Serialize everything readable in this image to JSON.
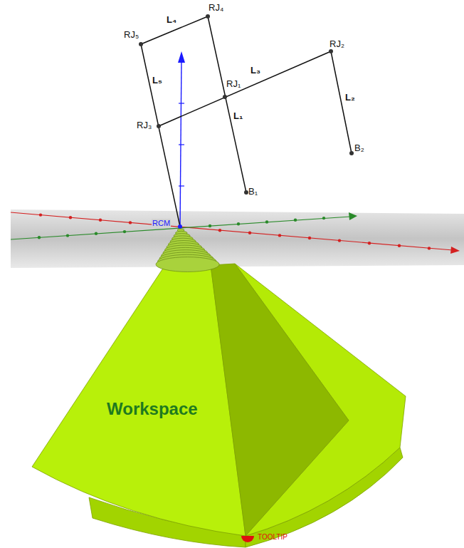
{
  "diagram": {
    "nodes": [
      {
        "text": [
          "Workspace"
        ]
      }
    ],
    "labels": [
      "RJ₅",
      "L₄",
      "RJ₄",
      "RJ₁",
      "L₃",
      "RJ₂",
      "L₅",
      "L₁",
      "L₂",
      "RJ₃",
      "B₂",
      "B₁",
      "RCM",
      "TOOLTIP"
    ]
  }
}
